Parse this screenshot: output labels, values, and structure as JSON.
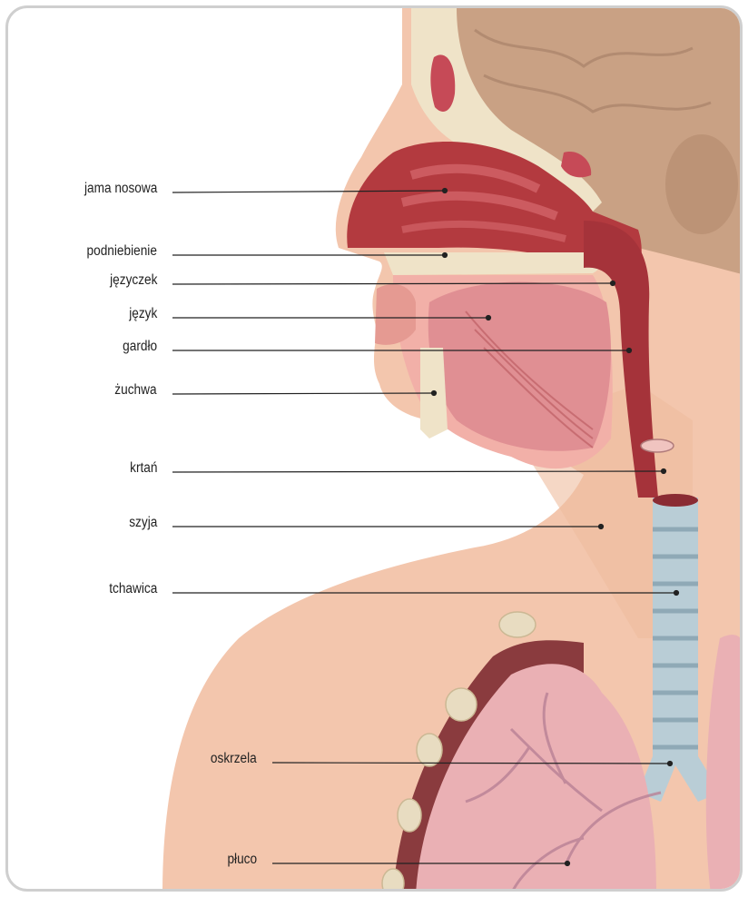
{
  "diagram": {
    "labels": [
      {
        "id": "jama-nosowa",
        "text": "jama nosowa"
      },
      {
        "id": "podniebienie",
        "text": "podniebienie"
      },
      {
        "id": "jezyczek",
        "text": "języczek"
      },
      {
        "id": "jezyk",
        "text": "język"
      },
      {
        "id": "gardlo",
        "text": "gardło"
      },
      {
        "id": "zuchwa",
        "text": "żuchwa"
      },
      {
        "id": "krtan",
        "text": "krtań"
      },
      {
        "id": "szyja",
        "text": "szyja"
      },
      {
        "id": "tchawica",
        "text": "tchawica"
      },
      {
        "id": "oskrzela",
        "text": "oskrzela"
      },
      {
        "id": "pluco",
        "text": "płuco"
      }
    ],
    "colors": {
      "skin": "#f3c6ad",
      "skin_dark": "#e9b396",
      "brain": "#c9a184",
      "bone": "#efe3c8",
      "cavity": "#b33a3f",
      "cavity_dark": "#8e2a30",
      "tongue": "#e08f93",
      "trachea": "#b9cdd6",
      "lung": "#eab0b4",
      "pleura": "#8a3b3e",
      "leader_line": "#222222"
    }
  }
}
